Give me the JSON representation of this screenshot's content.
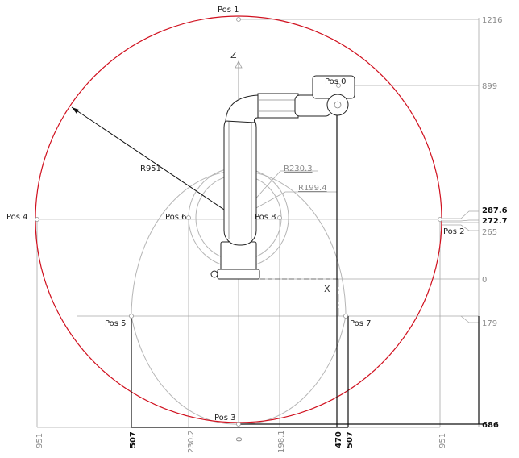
{
  "positions": {
    "pos0": "Pos 0",
    "pos1": "Pos 1",
    "pos2": "Pos 2",
    "pos3": "Pos 3",
    "pos4": "Pos 4",
    "pos5": "Pos 5",
    "pos6": "Pos 6",
    "pos7": "Pos 7",
    "pos8": "Pos 8"
  },
  "axes": {
    "z": "Z",
    "x": "X"
  },
  "radii": {
    "outer": "R951",
    "mid": "R230.3",
    "inner": "R199.4"
  },
  "right_dims": {
    "d1216": "1216",
    "d899": "899",
    "d287_6": "287.6",
    "d272_7": "272.7",
    "d265": "265",
    "d0": "0",
    "d179": "179",
    "d686": "686"
  },
  "bottom_dims": {
    "left951": "951",
    "left507": "507",
    "left230_2": "230.2",
    "zero": "0",
    "d198_1": "198.1",
    "d470": "470",
    "right507": "507",
    "right951": "951"
  },
  "colors": {
    "outer_circle": "#d0101e",
    "dim_gray": "#9a9a9a",
    "dark": "#111111"
  }
}
